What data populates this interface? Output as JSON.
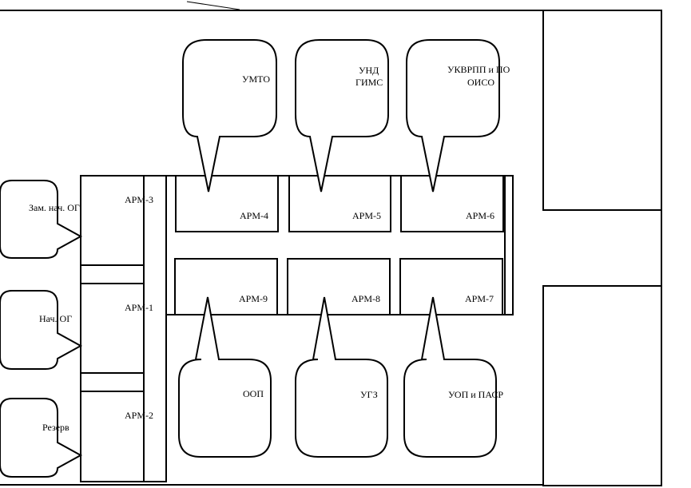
{
  "colors": {
    "stroke": "#000000",
    "fill": "#ffffff",
    "text": "#000000"
  },
  "workstations": {
    "arm1": "АРМ-1",
    "arm2": "АРМ-2",
    "arm3": "АРМ-3",
    "arm4": "АРМ-4",
    "arm5": "АРМ-5",
    "arm6": "АРМ-6",
    "arm7": "АРМ-7",
    "arm8": "АРМ-8",
    "arm9": "АРМ-9"
  },
  "callouts": {
    "top": {
      "umto": "УМТО",
      "und_line1": "УНД",
      "und_line2": "ГИМС",
      "ukvrpp_line1": "УКВРПП и ПО",
      "ukvrpp_line2": "ОИСО"
    },
    "bottom": {
      "oop": "ООП",
      "ugz": "УГЗ",
      "uop": "УОП и ПАСР"
    },
    "left": {
      "zam": "Зам. нач. ОГ",
      "nach": "Нач. ОГ",
      "rezerv": "Резерв"
    }
  }
}
